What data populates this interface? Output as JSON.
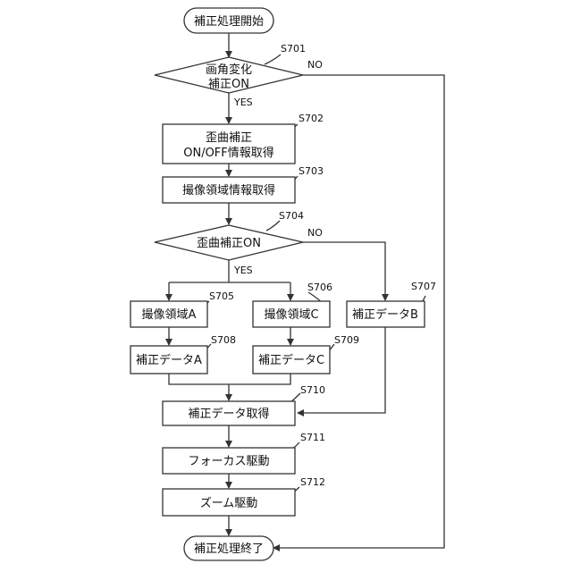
{
  "nodes": {
    "start": "補正処理開始",
    "d701_line1": "画角変化",
    "d701_line2": "補正ON",
    "p702_line1": "歪曲補正",
    "p702_line2": "ON/OFF情報取得",
    "p703": "撮像領域情報取得",
    "d704": "歪曲補正ON",
    "p705": "撮像領域A",
    "p706": "撮像領域C",
    "p707": "補正データB",
    "p708": "補正データA",
    "p709": "補正データC",
    "p710": "補正データ取得",
    "p711": "フォーカス駆動",
    "p712": "ズーム駆動",
    "end": "補正処理終了"
  },
  "step_labels": {
    "s701": "S701",
    "s702": "S702",
    "s703": "S703",
    "s704": "S704",
    "s705": "S705",
    "s706": "S706",
    "s707": "S707",
    "s708": "S708",
    "s709": "S709",
    "s710": "S710",
    "s711": "S711",
    "s712": "S712"
  },
  "branches": {
    "d701_yes": "YES",
    "d701_no": "NO",
    "d704_yes": "YES",
    "d704_no": "NO"
  }
}
